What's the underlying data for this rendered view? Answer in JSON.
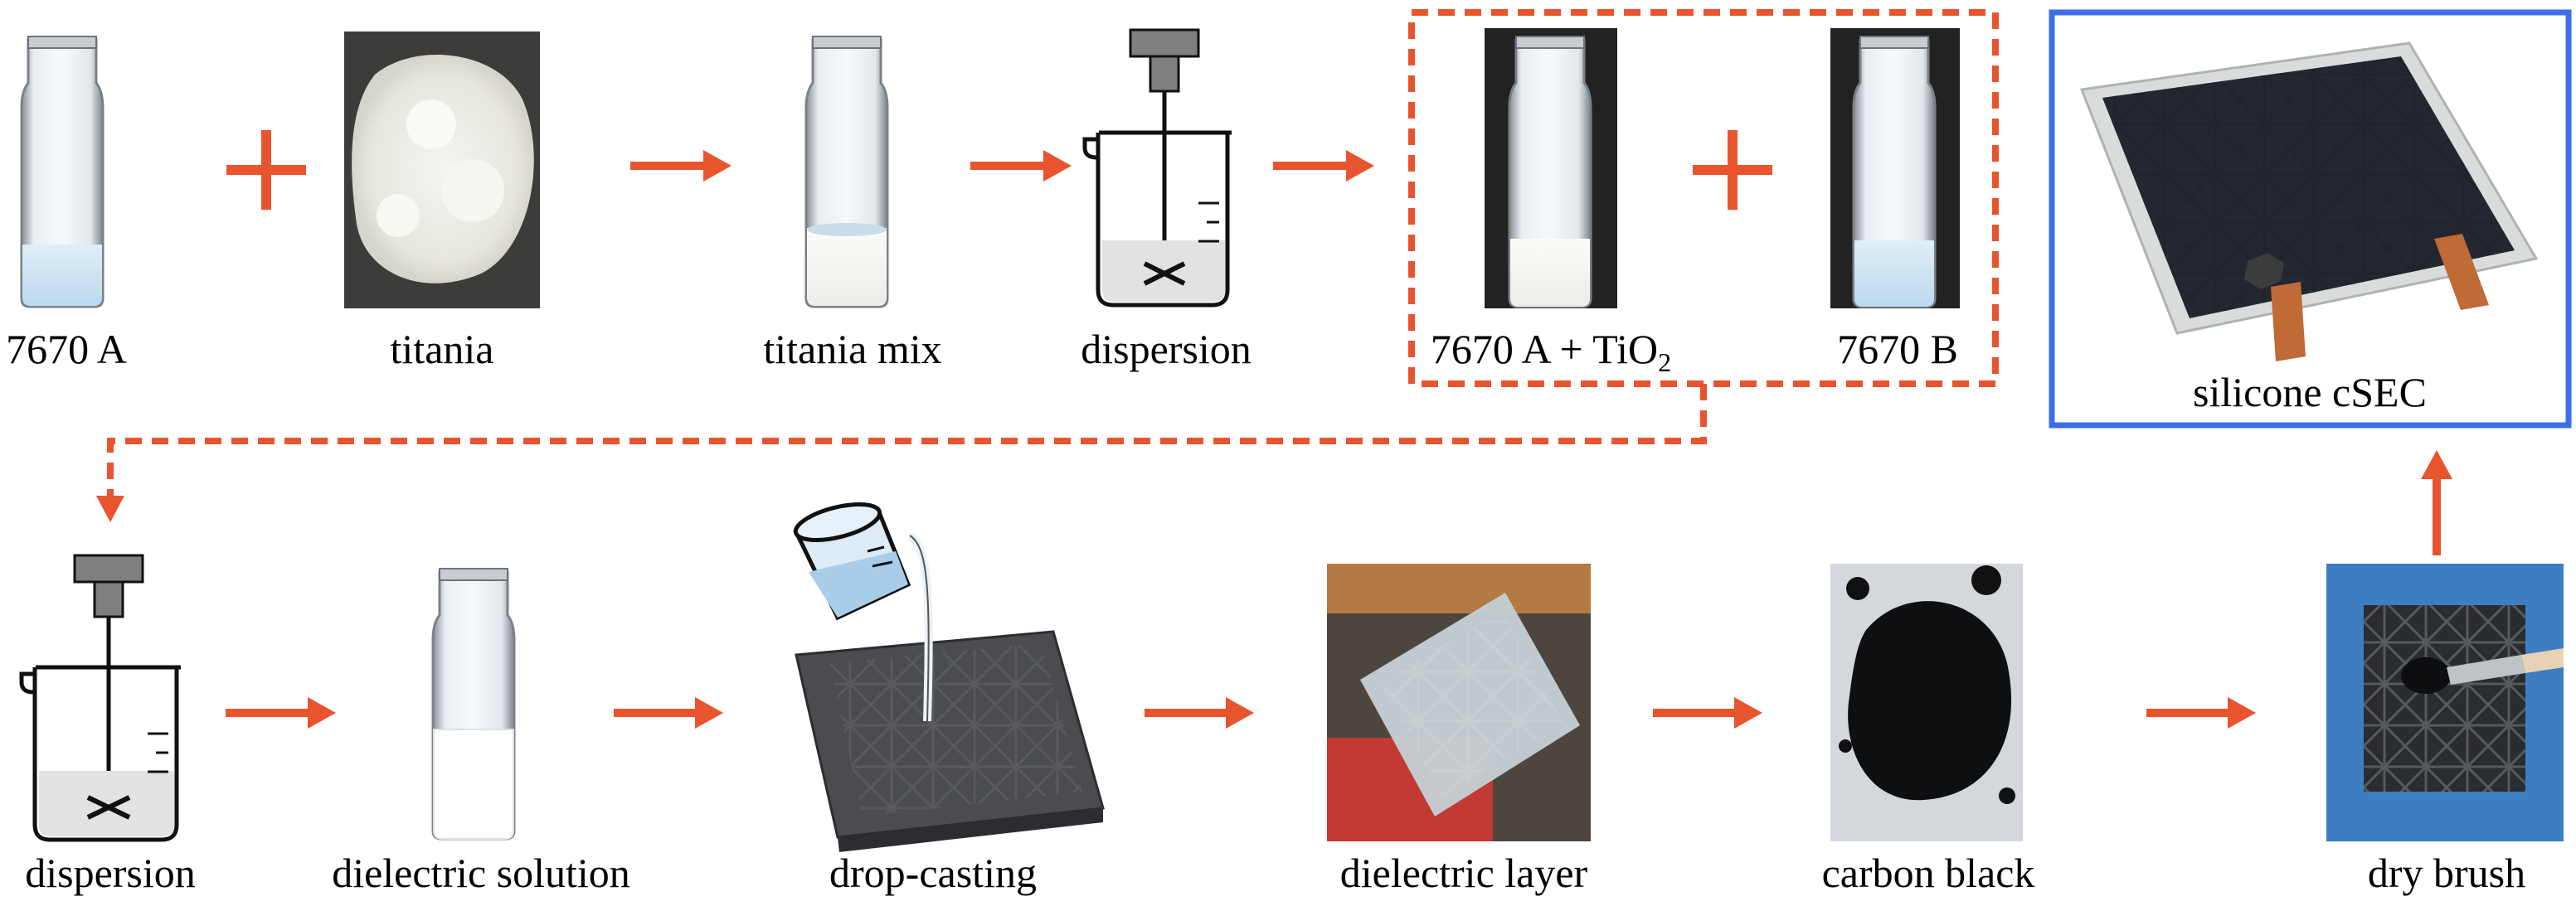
{
  "top_row": {
    "vial_7670a": "7670 A",
    "titania": "titania",
    "titania_mix": "titania mix",
    "dispersion": "dispersion",
    "mix_combo_main": "7670 A + TiO",
    "mix_combo_sub": "2",
    "vial_7670b": "7670 B",
    "result": "silicone cSEC"
  },
  "bottom_row": {
    "dispersion": "dispersion",
    "dielectric_solution": "dielectric solution",
    "drop_casting": "drop-casting",
    "dielectric_layer": "dielectric layer",
    "carbon_black": "carbon black",
    "dry_brush": "dry brush"
  },
  "colors": {
    "arrow": "#e8542e",
    "dashed_box": "#e8542e",
    "result_box": "#3c6ee8"
  }
}
